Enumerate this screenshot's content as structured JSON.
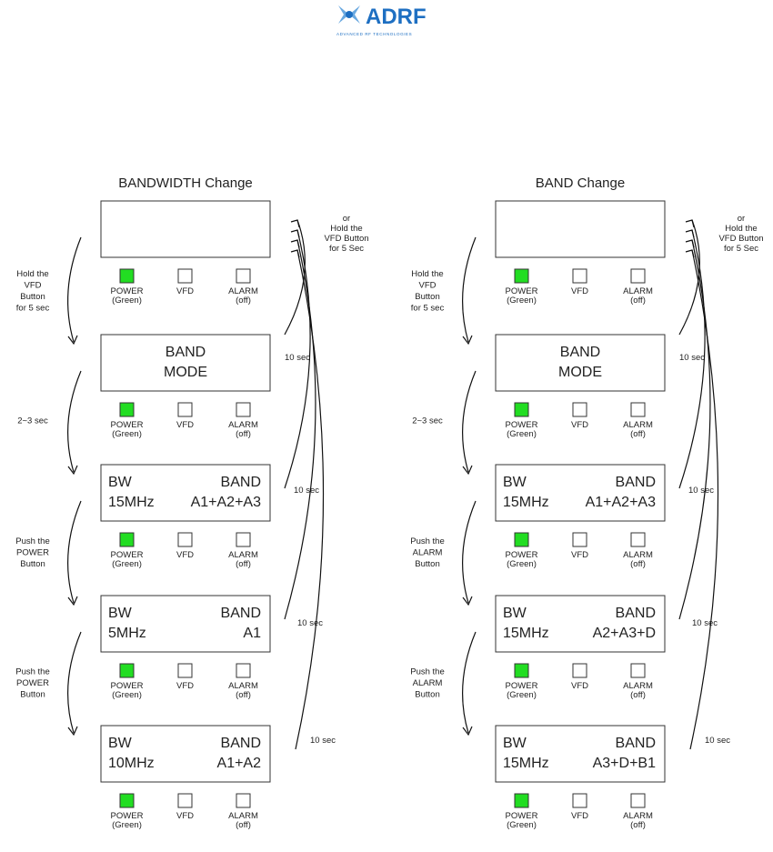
{
  "logo": {
    "text": "ADRF",
    "tagline": "ADVANCED RF TECHNOLOGIES",
    "accent": "#1e6fc2"
  },
  "led_labels": {
    "power": "POWER",
    "power_sub": "(Green)",
    "vfd": "VFD",
    "alarm": "ALARM",
    "alarm_sub": "(off)"
  },
  "colors": {
    "power_led_on": "#22dd22"
  },
  "panels": [
    {
      "title": "BANDWIDTH Change",
      "return_label": [
        "or",
        "Hold the",
        "VFD Button",
        "for 5 Sec"
      ],
      "steps": [
        {
          "display": [],
          "transition": [
            "Hold the",
            "VFD",
            "Button",
            "for 5 sec"
          ],
          "return_time": "10 sec"
        },
        {
          "display": [
            "BAND",
            "MODE"
          ],
          "transition": [
            "2~3 sec"
          ],
          "return_time": "10 sec"
        },
        {
          "display": [
            "BW",
            "BAND",
            "15MHz",
            "A1+A2+A3"
          ],
          "transition": [
            "Push the",
            "POWER",
            "Button"
          ],
          "return_time": "10 sec"
        },
        {
          "display": [
            "BW",
            "BAND",
            "5MHz",
            "A1"
          ],
          "transition": [
            "Push the",
            "POWER",
            "Button"
          ],
          "return_time": "10 sec"
        },
        {
          "display": [
            "BW",
            "BAND",
            "10MHz",
            "A1+A2"
          ],
          "transition": [],
          "return_time": ""
        }
      ]
    },
    {
      "title": "BAND Change",
      "return_label": [
        "or",
        "Hold the",
        "VFD Button",
        "for 5 Sec"
      ],
      "steps": [
        {
          "display": [],
          "transition": [
            "Hold the",
            "VFD",
            "Button",
            "for 5 sec"
          ],
          "return_time": "10 sec"
        },
        {
          "display": [
            "BAND",
            "MODE"
          ],
          "transition": [
            "2~3 sec"
          ],
          "return_time": "10 sec"
        },
        {
          "display": [
            "BW",
            "BAND",
            "15MHz",
            "A1+A2+A3"
          ],
          "transition": [
            "Push the",
            "ALARM",
            "Button"
          ],
          "return_time": "10 sec"
        },
        {
          "display": [
            "BW",
            "BAND",
            "15MHz",
            "A2+A3+D"
          ],
          "transition": [
            "Push the",
            "ALARM",
            "Button"
          ],
          "return_time": "10 sec"
        },
        {
          "display": [
            "BW",
            "BAND",
            "15MHz",
            "A3+D+B1"
          ],
          "transition": [],
          "return_time": ""
        }
      ]
    }
  ]
}
